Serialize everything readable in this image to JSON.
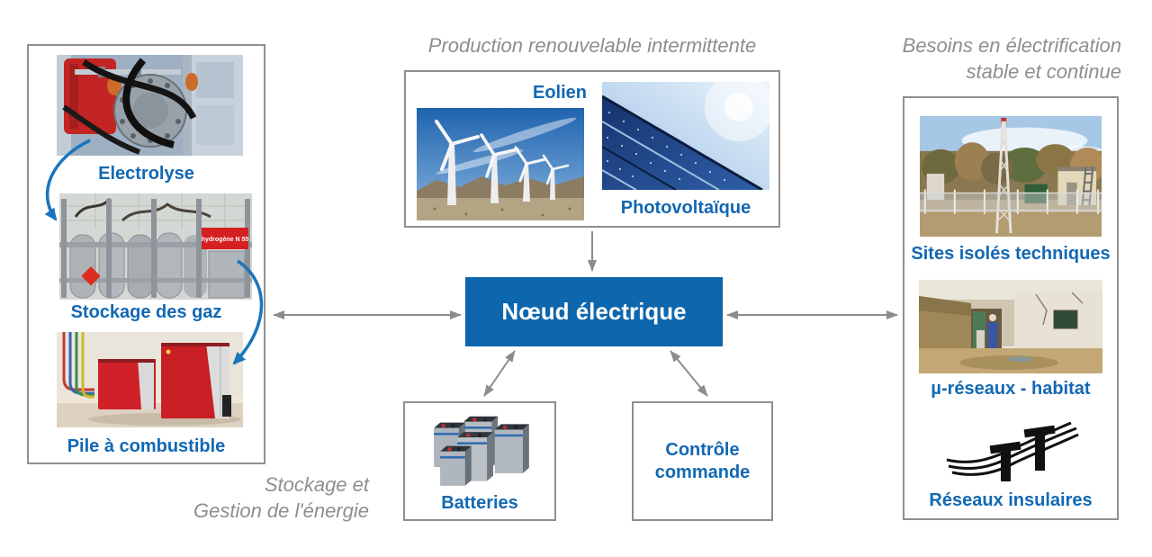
{
  "top": {
    "title": "Production renouvelable intermittente",
    "eolien_label": "Eolien",
    "photovoltaique_label": "Photovoltaïque"
  },
  "center": {
    "node_label": "Nœud électrique"
  },
  "left": {
    "electrolyse_label": "Electrolyse",
    "stockage_gaz_label": "Stockage des gaz",
    "pile_label": "Pile à combustible",
    "hydrogen_sign": "hydrogène N 55",
    "caption_lines": [
      "Stockage et",
      "Gestion de l'énergie"
    ]
  },
  "bottom": {
    "batteries_label": "Batteries",
    "controle_lines": [
      "Contrôle",
      "commande"
    ]
  },
  "right": {
    "title_lines": [
      "Besoins en électrification",
      "stable et continue"
    ],
    "sites_label": "Sites isolés techniques",
    "microgrid_label": "µ-réseaux - habitat",
    "reseaux_label": "Réseaux insulaires"
  },
  "colors": {
    "node_blue": "#0e66ac",
    "label_blue": "#1268b3",
    "title_gray": "#8e8e8e",
    "arrow_gray": "#8c8c8c",
    "blue_arrow": "#1b75bc",
    "border_gray": "#8f8f8f"
  }
}
